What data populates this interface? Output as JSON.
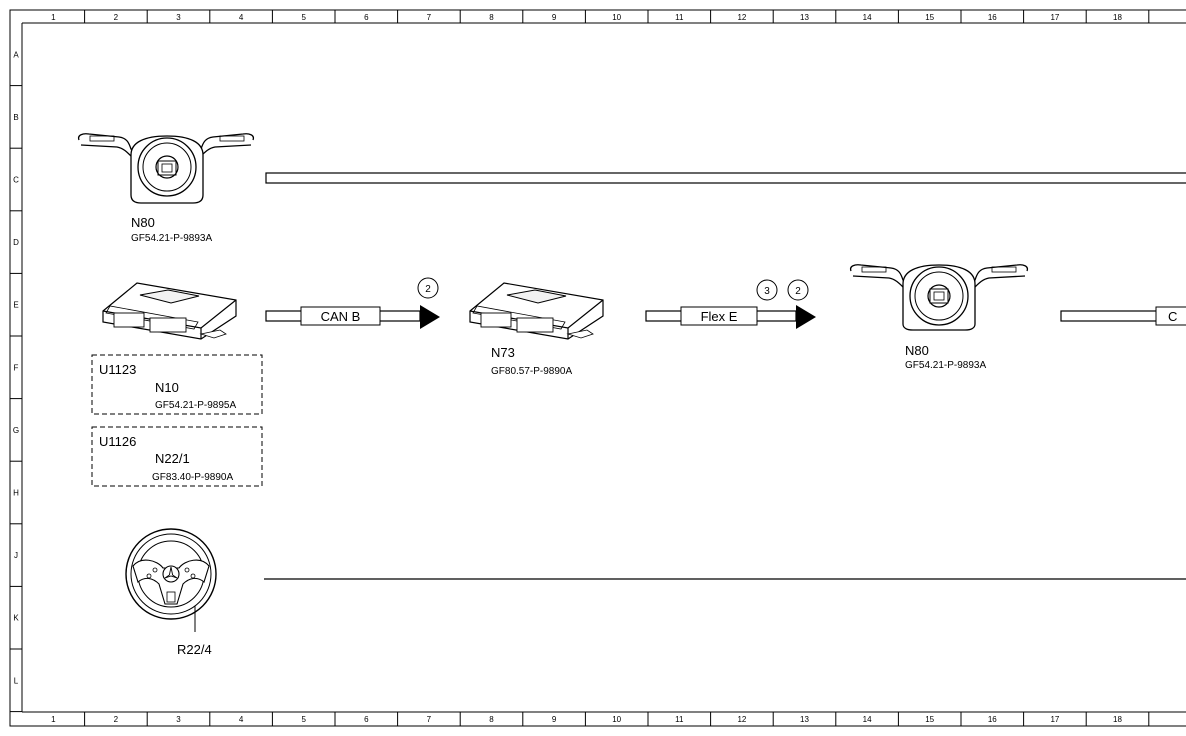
{
  "ruler": {
    "columns": [
      "1",
      "2",
      "3",
      "4",
      "5",
      "6",
      "7",
      "8",
      "9",
      "10",
      "11",
      "12",
      "13",
      "14",
      "15",
      "16",
      "17",
      "18"
    ],
    "rows": [
      "A",
      "B",
      "C",
      "D",
      "E",
      "F",
      "G",
      "H",
      "J",
      "K",
      "L"
    ]
  },
  "components": {
    "n80_top": {
      "code": "N80",
      "ref": "GF54.21-P-9893A"
    },
    "u1123": {
      "id": "U1123",
      "code": "N10",
      "ref": "GF54.21-P-9895A"
    },
    "u1126": {
      "id": "U1126",
      "code": "N22/1",
      "ref": "GF83.40-P-9890A"
    },
    "n73": {
      "code": "N73",
      "ref": "GF80.57-P-9890A"
    },
    "n80_mid": {
      "code": "N80",
      "ref": "GF54.21-P-9893A"
    },
    "r22_4": {
      "code": "R22/4"
    }
  },
  "buses": {
    "can_b": {
      "label": "CAN B",
      "badge": "2"
    },
    "flex_e": {
      "label": "Flex E",
      "badges": [
        "3",
        "2"
      ]
    },
    "truncated": {
      "label": "C"
    }
  },
  "colors": {
    "line": "#000000",
    "background": "#ffffff",
    "module_fill": "#f2f2f2"
  }
}
